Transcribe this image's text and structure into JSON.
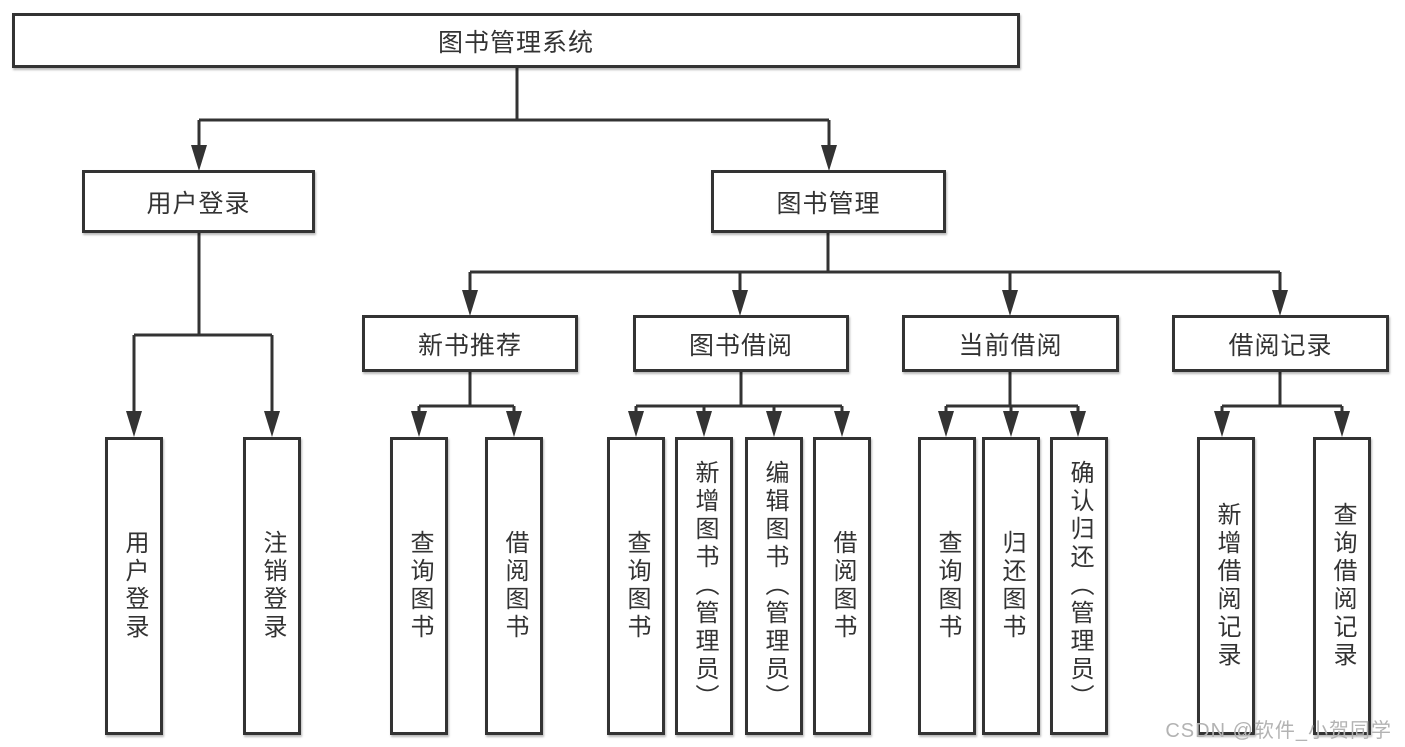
{
  "diagram": {
    "title": "图书管理系统",
    "children": [
      {
        "label": "用户登录",
        "children": [
          {
            "label": "用户登录"
          },
          {
            "label": "注销登录"
          }
        ]
      },
      {
        "label": "图书管理",
        "children": [
          {
            "label": "新书推荐",
            "children": [
              {
                "label": "查询图书"
              },
              {
                "label": "借阅图书"
              }
            ]
          },
          {
            "label": "图书借阅",
            "children": [
              {
                "label": "查询图书"
              },
              {
                "label": "新增图书（管理员）"
              },
              {
                "label": "编辑图书（管理员）"
              },
              {
                "label": "借阅图书"
              }
            ]
          },
          {
            "label": "当前借阅",
            "children": [
              {
                "label": "查询图书"
              },
              {
                "label": "归还图书"
              },
              {
                "label": "确认归还（管理员）"
              }
            ]
          },
          {
            "label": "借阅记录",
            "children": [
              {
                "label": "新增借阅记录"
              },
              {
                "label": "查询借阅记录"
              }
            ]
          }
        ]
      }
    ]
  },
  "watermark": {
    "text": "CSDN @软件_小贺同学"
  },
  "colors": {
    "line": "#333333",
    "box_border": "#333333",
    "box_fill": "#ffffff",
    "text": "#333333",
    "watermark": "#b3b3b3",
    "background": "#ffffff"
  }
}
